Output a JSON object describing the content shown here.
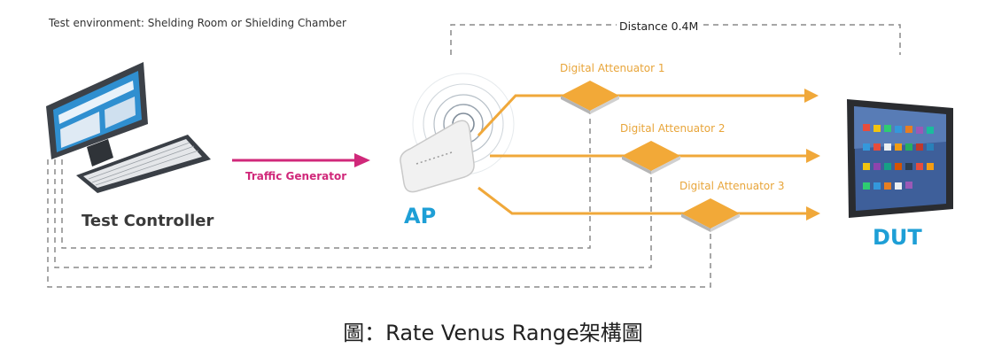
{
  "environment_label": "Test environment: Shelding Room or Shielding Chamber",
  "distance_label": "Distance 0.4M",
  "attenuators": [
    {
      "label": "Digital Attenuator 1"
    },
    {
      "label": "Digital Attenuator 2"
    },
    {
      "label": "Digital Attenuator 3"
    }
  ],
  "traffic_label": "Traffic Generator",
  "test_controller_label": "Test Controller",
  "ap_label": "AP",
  "dut_label": "DUT",
  "caption": "圖：Rate Venus Range架構圖",
  "colors": {
    "signal_line": "#f0a83a",
    "traffic_arrow": "#d0287a",
    "device_label": "#1e9fd6",
    "dashed_line": "#8a8a8a"
  },
  "icons": [
    "computer-icon",
    "router-icon",
    "tablet-icon",
    "attenuator-icon"
  ]
}
